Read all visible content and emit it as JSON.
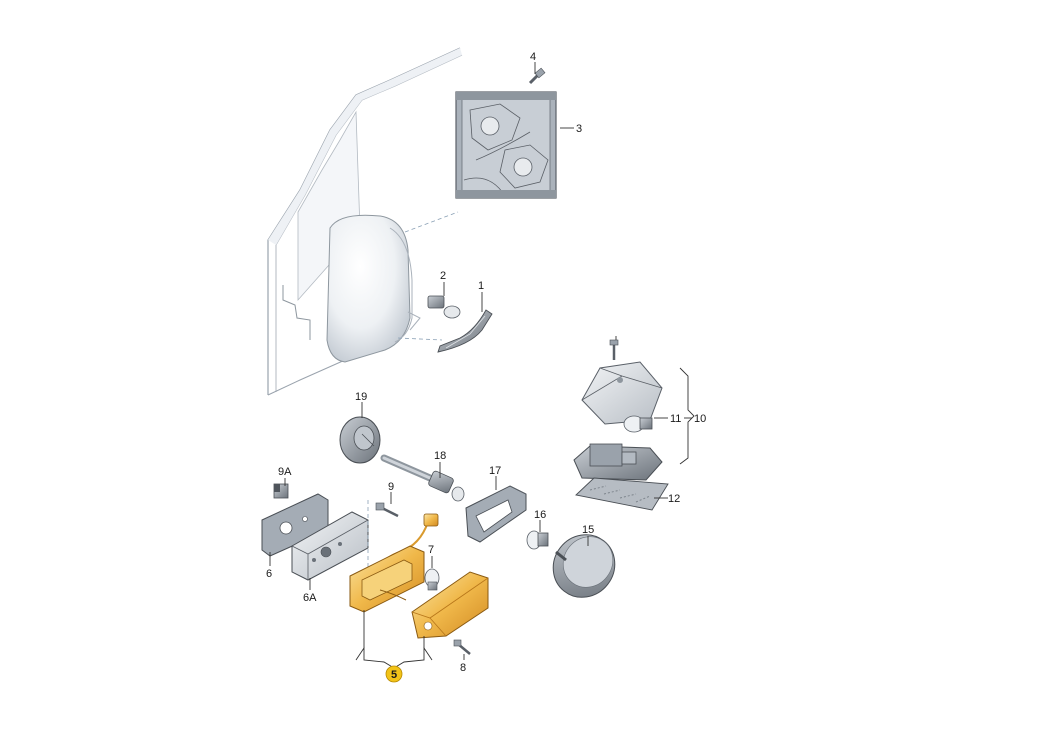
{
  "labels": {
    "l1": "1",
    "l2": "2",
    "l3": "3",
    "l4": "4",
    "l5": "5",
    "l6": "6",
    "l6a": "6A",
    "l7": "7",
    "l8": "8",
    "l9": "9",
    "l9a": "9A",
    "l10": "10",
    "l11": "11",
    "l12": "12",
    "l15": "15",
    "l16": "16",
    "l17": "17",
    "l18": "18",
    "l19": "19"
  },
  "colors": {
    "highlight": "#e8a83a",
    "highlight_badge": "#f2c318",
    "part_grey": "#d5d9de",
    "part_dark": "#7d848c",
    "body_line": "#9aa3ad"
  }
}
